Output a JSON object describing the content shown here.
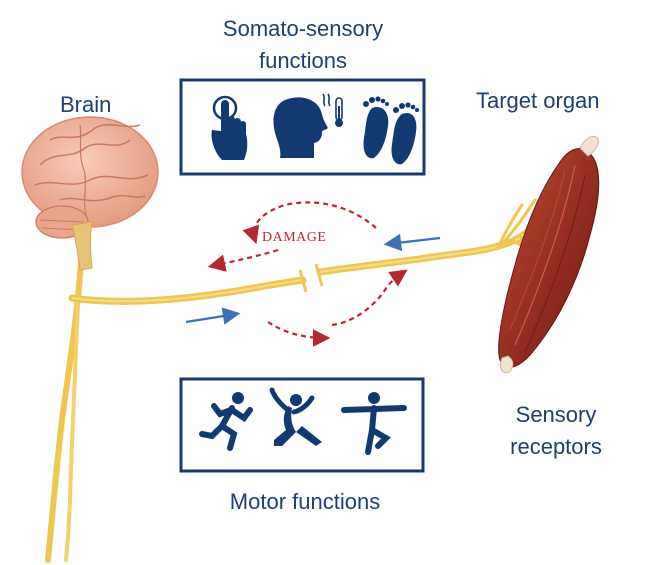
{
  "labels": {
    "brain": "Brain",
    "target_organ": "Target organ",
    "somato_line1": "Somato-sensory",
    "somato_line2": "functions",
    "motor": "Motor functions",
    "sensory_line1": "Sensory",
    "sensory_line2": "receptors",
    "damage": "DAMAGE"
  },
  "colors": {
    "label_text": "#1f3f6e",
    "box_border": "#1b3a6b",
    "icon_fill": "#123a72",
    "nerve": "#f0c64e",
    "damage_arrow": "#b7282e",
    "flow_arrow": "#3f6fb5",
    "muscle": "#9e2f22",
    "brain": "#f2b39a"
  },
  "icons": {
    "somato": [
      "touch-hand-icon",
      "head-temperature-icon",
      "feet-icon"
    ],
    "motor": [
      "running-person-icon",
      "lunging-person-icon",
      "balancing-person-icon"
    ]
  }
}
